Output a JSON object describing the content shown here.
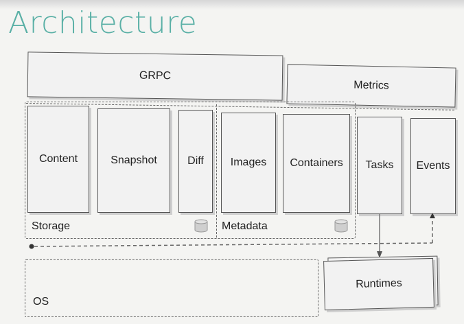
{
  "title": "Architecture",
  "boxes": {
    "grpc": "GRPC",
    "metrics": "Metrics",
    "content": "Content",
    "snapshot": "Snapshot",
    "diff": "Diff",
    "images": "Images",
    "containers": "Containers",
    "tasks": "Tasks",
    "events": "Events",
    "runtimes": "Runtimes"
  },
  "groups": {
    "storage": "Storage",
    "metadata": "Metadata",
    "os": "OS"
  },
  "icons": [
    "database-icon",
    "database-icon"
  ]
}
